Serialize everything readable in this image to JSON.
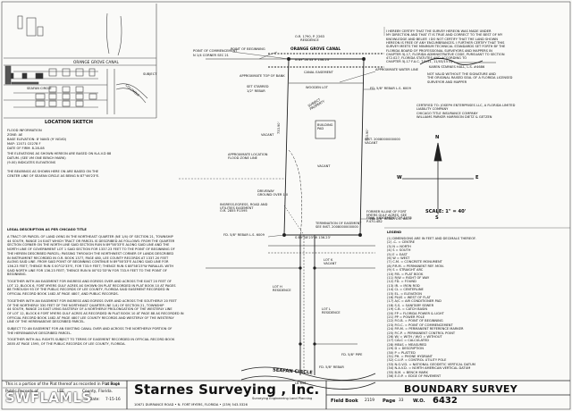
{
  "location_sketch": {
    "title": "LOCATION SKETCH",
    "labels": [
      "ORANGE GROVE CANAL",
      "SUBJECT",
      "SEAFAN CIRCLE",
      "COLOMBIA"
    ]
  },
  "flood": {
    "lines": [
      "FLOOD INFORMATION",
      "ZONE: AE",
      "BASE ELEVATION: 8' NAVD (9' NGVD)",
      "MAP: 12071 C0278 F",
      "DATE OF FIRM: 8-28-08",
      "THE ELEVATIONS AS SHOWN HEREON ARE BASED ON N.A.V.D 88",
      "DATUM. (SEE VM ONE BENCH MARK)",
      "(9.00)  INDICATES   ELEVATIONS"
    ],
    "bearings": [
      "THE BEARINGS AS SHOWN HERE ON ARE BASED ON THE",
      "CENTER LINE OF SEAFAN CIRCLE AS BEING N 87°46'23\"E."
    ]
  },
  "legal": {
    "heading": "LEGAL DESCRIPTION AS PER CHICAGO TITLE",
    "p1": [
      "A TRACT OR PARCEL OF LAND LYING IN THE NORTHEAST QUARTER (NE 1/4) OF SECTION 21, TOWNSHIP",
      "44 SOUTH, RANGE 24 EAST WHICH TRACT OR PARCEL IS DESCRIBED AS FOLLOWS: FROM THE QUARTER",
      "SECTION CORNER ON THE NORTH LINE SAID SECTION RUN N 89°58'33\"E ALONG SAID LINE AND THE",
      "NORTH LINE OF GOVERNMENT LOT 1 SAID SECTION FOR 1337.23 FEET TO THE POINT OF BEGINNING OF",
      "THE HEREIN DESCRIBED PARCEL; PASSING THROUGH THE NORTHWEST CORNER OF LANDS DESCRIBED",
      "IN INSTRUMENT RECORDED IN O.R. BOOK 1377, PAGE 480, LEE COUNTY RECORDS AT 1337.20 FEET",
      "ALONG SAID LINE. FROM SAID POINT OF BEGINNING CONTINUE N 89°58'33\"E ALONG SAID LINE FOR",
      "136.23 FEET; THENCE RUN S 00°02'33\"E, FOR 733.9 FEET; THENCE RUN S 88°58'23\"W PARALLEL WITH",
      "SAID NORTH LINE FOR 136.23 FEET; THENCE RUN N 00°02'33\"W FOR 733.9 FEET TO THE POINT OF",
      "BEGINNING."
    ],
    "p2": [
      "TOGETHER WITH AN EASEMENT FOR INGRESS AND EGRESS OVER AND ACROSS THE EAST 20 FEET OF",
      "LOT 12, BLOCK 6, FORT MYERS GULF ACRES AS SHOWN ON PLAT RECORDED IN PLAT BOOK 10 AT PAGES",
      "88 THROUGH 93 OF THE PUBLIC RECORDS OF LEE COUNTY, FLORIDA SAID EASEMENT RECORDED IN",
      "OFFICIAL RECORD BOOK 1482 AT PAGE 4807, AND PUBLIC RECORDS."
    ],
    "p3": [
      "TOGETHER WITH AN EASEMENT FOR INGRESS AND EGRESS OVER AND ACROSS THE SOUTHERLY 20 FEET",
      "OF THE NORTHERLY 330 FEET OF THE NORTHEAST QUARTER (NE 1/4) OF SECTION 21, TOWNSHIP",
      "44 SOUTH, RANGE 24 EAST LYING EASTERLY OF A NORTHERLY PROLONGATION OF THE WESTERLY LINE",
      "OF LOT 12, BLOCK 6 FORT MYERS GULF ACRES AS RECORDED IN PLAT BOOK 10 AT PAGE 88 AS RECORDED IN",
      "OFFICIAL RECORD BOOK 1482 AT PAGE 4807 LEE COUNTY RECORDS AND WESTERLY OF THE WESTERLY",
      "LINE OF THE HEREINABOVE DESCRIBED PARCEL."
    ],
    "p4": [
      "SUBJECT TO AN EASEMENT FOR AN EXISTING CANAL OVER AND ACROSS THE NORTHERLY PORTION OF",
      "THE HEREINABOVE DESCRIBED PARCEL."
    ],
    "p5": [
      "TOGETHER WITH ALL RIGHTS SUBJECT TO TERMS OF EASEMENT RECORDED IN OFFICIAL RECORD BOOK",
      "2855 AT PAGE 1595, OF THE PUBLIC RECORDS OF LEE COUNTY, FLORIDA."
    ]
  },
  "plat": {
    "line1": "This is a portion of the Plat thereof as recorded in Plat Book",
    "line1b": "at Page",
    "line2a": "Public Records of",
    "county": "LEE",
    "line2b": "County, Florida.",
    "date_label": "Date:",
    "date": "7-15-16"
  },
  "company": {
    "name": "Starnes Surveying , Inc.",
    "tag": "LB 696",
    "services": "Surveying   Engineering   Land Planning",
    "address": "10671 DURRANCE ROAD • N. FORT MYERS, FLORIDA • (239) 543-5326"
  },
  "survey": {
    "title": "BOUNDARY SURVEY",
    "fieldbook_label": "Field Book",
    "fieldbook": "2119",
    "page_label": "Page",
    "page": "33",
    "wo_label": "W.O.",
    "wo": "6432"
  },
  "certification": {
    "lines": [
      "I HEREBY CERTIFY THAT THE SURVEY HEREON WAS MADE UNDER",
      "MY DIRECTION AND THAT IT IS TRUE AND CORRECT TO THE BEST OF MY",
      "KNOWLEDGE AND BELIEF. I DO NOT CERTIFY THAT THE LAND SHOWN",
      "HEREON IS FREE OF ANY ENCUMBRANCES. I FURTHER CERTIFY THAT THIS",
      "SURVEY MEETS THE MINIMUM TECHNICAL STANDARDS SET FORTH BY THE",
      "FLORIDA BOARD OF PROFESSIONAL SURVEYORS AND MAPPERS IN",
      "CHAPTER 5J-17, FLORIDA ADMINISTRATIVE CODE, PURSUANT TO SECTION",
      "472.027, FLORIDA STATUTES AND ACCORDING TO",
      "CHAPTER 5J-17 F.A.C. 7/1/91, 11/03/15 by:"
    ],
    "signer": "KAREN STARNES HALL, L.S. #4686",
    "note": [
      "NOT VALID WITHOUT THE SIGNATURE AND",
      "THE ORIGINAL RAISED SEAL OF A FLORIDA LICENSED",
      "SURVEYOR AND MAPPER"
    ],
    "certified_to": [
      "CERTIFIED TO: JOSEPH ENTERPRISES LLC, A FLORIDA LIMITED",
      "LIABILITY COMPANY",
      "CHICAGO TITLE INSURANCE COMPANY",
      "WILLIAMS PARKER HARRISON DIETZ & GETZEN"
    ]
  },
  "abbreviations": {
    "heading": "LEGEND",
    "items": [
      "(1) DIMENSIONS ARE IN FEET AND DECIMALS THEREOF.",
      "(2) -C- = CENTRE",
      "(3) N = NORTH",
      "(4) S = SOUTH",
      "(5) E = EAST",
      "(6) W = WEST",
      "(7) C.M. = CONCRETE MONUMENT",
      "(8) P.R.M. = PERMANENT REF. MON.",
      "(9) S = STRAIGHT ARC",
      "(10) P.B. = PLAT BOOK",
      "(11) R/W = RIGHT OF WAY",
      "(12) FD. = FOUND",
      "(13) IR. = IRON ROD",
      "(14) CL = CENTERLINE",
      "(15) EL. = ELEVATION",
      "(16) PLUS = WEST OF FLAT",
      "(17) A/C = AIR CONDITIONER PAD",
      "(18) S.S. = SANITARY SEWER",
      "(19) C.B. = CATCH BASIN",
      "(20) FP = FLORIDA POWER & LIGHT",
      "(21) PP = POWER POLE",
      "(22) P.O.B. = POINT OF BEGINNING",
      "(23) P.O.C. = POINT OF COMMENCEMENT",
      "(24) P.R.M. = PERMANENT REFERENCE MARKER",
      "(25) P.C.P. = PERMANENT CONTROL POINT",
      "(26) W/ = WITH / W/O = WITHOUT",
      "(27) CALC = CALCULATED",
      "(28) MEAS = MEASURED",
      "(29) D = DESCRIPTION",
      "(30) P = PLATTED",
      "(31) PH. = PHONE HYDRANT",
      "(32) C.U.P. = CONTROL UTILITY POLE",
      "(33) N.G.V.D. = NATIONAL GEODETIC VERTICAL DATUM",
      "(34) N.A.V.D. = NORTH AMERICAN VERTICAL DATUM",
      "(35) B.M. = BENCH MARK",
      "(36) E.O.P. = EDGE OF PAVEMENT"
    ]
  },
  "scale": "SCALE: 1\" = 40'",
  "compass": {
    "n": "N",
    "s": "S",
    "e": "E",
    "w": "W"
  },
  "drawing": {
    "canal": "ORANGE GROVE CANAL",
    "canal_easement": "CANAL EASEMENT",
    "top_bank": "APPROXIMATE TOP OF BANK",
    "pob": "POINT OF BEGINNING",
    "poc": "POINT OF COMMENCEMENT",
    "poc2": "N 1/4 CORNER SEC 21",
    "residence_n": "O.R. 1790, P. 2263\nRESIDENCE",
    "top_bearing": "N 89°58'33\"E  136.23'",
    "set_starred": "SET STARRED",
    "iron_rod": "1/2\" REBAR",
    "setback": "APPROXIMATE WATER LINE",
    "dock": "WOODEN LOT",
    "vacant": "VACANT",
    "vacant_w": "VACANT",
    "flood_line": "APPROXIMATE LOCATION\nFLOOD ZONE LINE",
    "driveway": "DRIVEWAY\nGROUND OVER 1.0",
    "ingress": "INGRESS-EGRESS, ROAD AND\nUTILITIES EASEMENT\nO.R. 2855 P.1595",
    "termination": "TERMINATION OF EASEMENT\nSEE INST. 2008000000000",
    "former": "FORMER N.LINE OF FORT\nMYERS GULF ACRES, SEE\nFINAL JUDGEMENT O.R.1075\nP.470-482",
    "lot_h": "LOT H\nRESIDENCE",
    "lot_k": "LOT K\nVACANT",
    "seafan": "SEAFAN CIRCLE",
    "east_dim": "733.90'",
    "west_dim": "733.90'",
    "rebar_1": "FD. 5/8\" REBAR L.S. 6009",
    "rebar_2": "FD. 5/8\" REBAR L.S. 6009",
    "rebar_3": "FD. 5/8\" REBAR L.S. 6009",
    "rebar_4": "FD. 5/8\" REBAR",
    "rebar_5": "FD. 5/8\" PIPE",
    "bldg": "BUILDING\nPAD",
    "subject": "SUBJECT\nPROPERTY",
    "lot_l": "LOT L\nRESIDENCE",
    "r_inst": "INST. 2008000000000\nVACANT",
    "bottom_bearing": "S 89°58'23\"W  136.23'"
  }
}
